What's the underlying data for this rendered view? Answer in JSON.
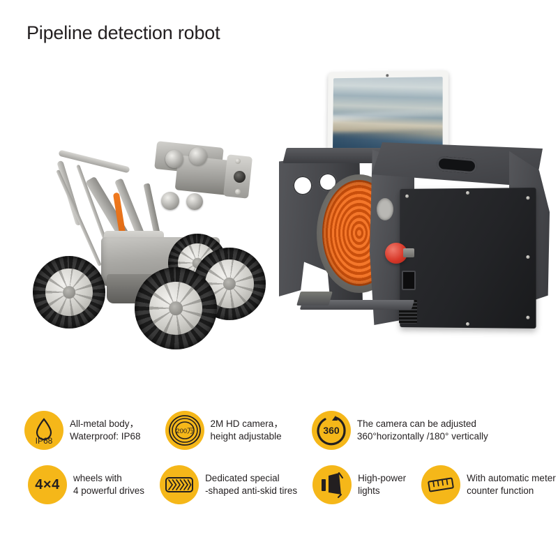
{
  "page": {
    "title": "Pipeline detection robot"
  },
  "product_images": {
    "crawler": {
      "name": "pipeline-crawler-robot",
      "description": "Four-wheeled metal crawler robot with adjustable camera lift arm"
    },
    "reel_unit": {
      "name": "cable-reel-control-unit",
      "description": "Cable reel with orange cable, tablet monitor and black control box",
      "tablet_screen": "pipe interior camera view"
    }
  },
  "features": {
    "row1": [
      {
        "icon": "waterdrop-ip68-icon",
        "badge_text": "IP68",
        "label": "All-metal body，\nWaterproof: IP68"
      },
      {
        "icon": "camera-lens-icon",
        "badge_text": "200万",
        "label": "2M HD camera，\nheight adjustable"
      },
      {
        "icon": "rotation-360-icon",
        "badge_text": "360",
        "label": "The camera can be adjusted\n360°horizontally /180° vertically"
      }
    ],
    "row2": [
      {
        "icon": "four-by-four-icon",
        "badge_text": "4×4",
        "label": "wheels with\n4 powerful drives"
      },
      {
        "icon": "tire-tread-icon",
        "badge_text": "",
        "label": "Dedicated special\n-shaped anti-skid tires"
      },
      {
        "icon": "lamp-light-icon",
        "badge_text": "",
        "label": "High-power\nlights"
      },
      {
        "icon": "ruler-meter-icon",
        "badge_text": "",
        "label": "With automatic meter\ncounter function"
      }
    ]
  },
  "colors": {
    "badge_yellow": "#f5b719",
    "text_dark": "#231f20",
    "cable_orange": "#f4772a",
    "knob_red": "#d8392a"
  }
}
